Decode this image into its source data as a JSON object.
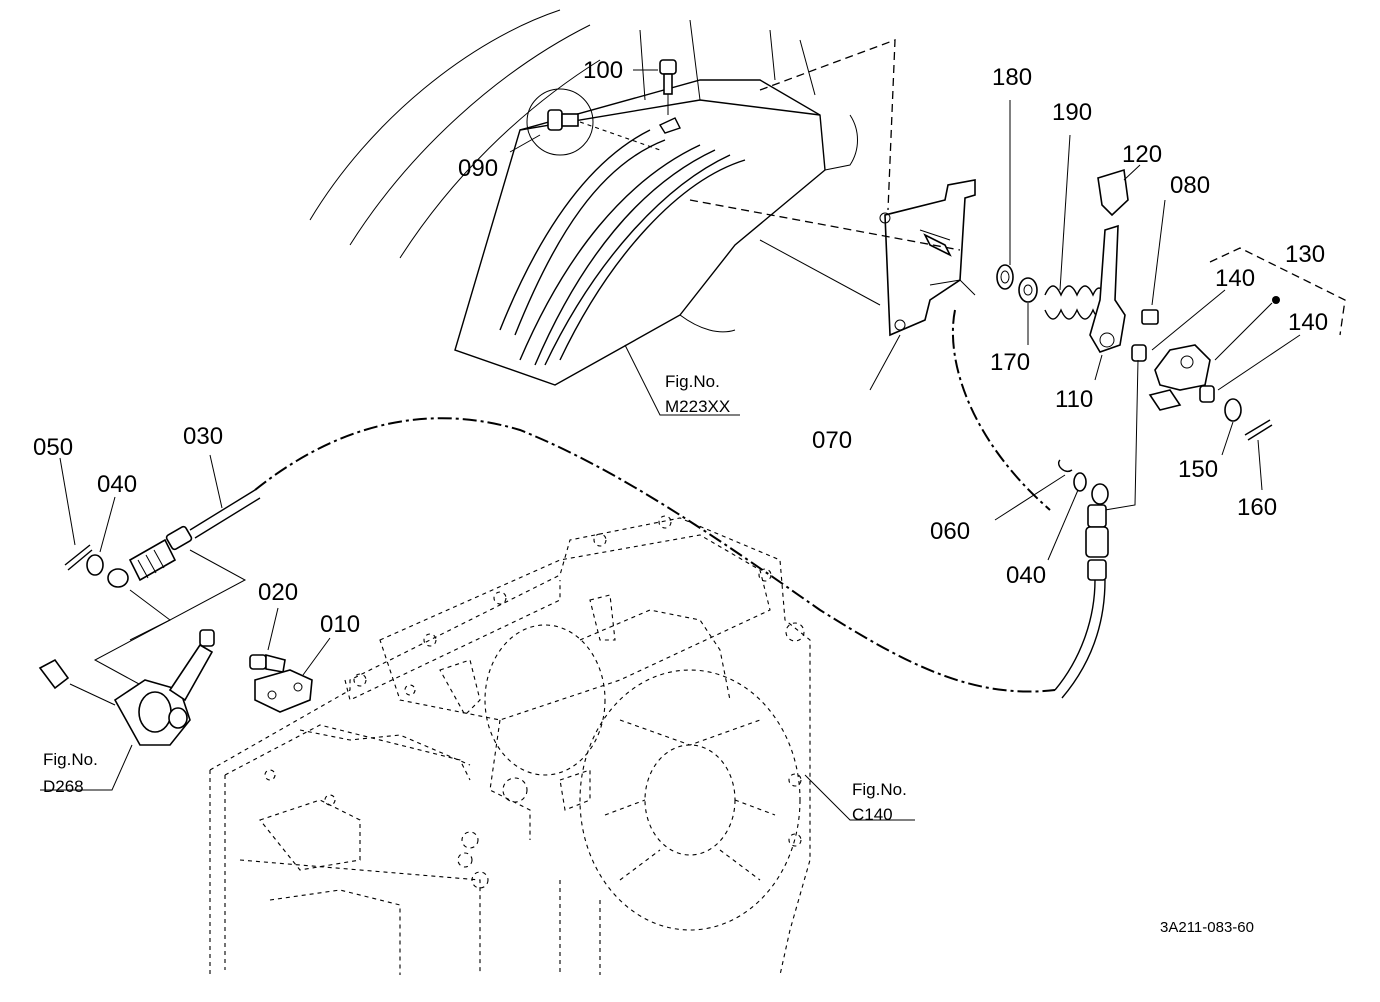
{
  "parts": {
    "p010": "010",
    "p020": "020",
    "p030": "030",
    "p040a": "040",
    "p040b": "040",
    "p050": "050",
    "p060": "060",
    "p070": "070",
    "p080": "080",
    "p090": "090",
    "p100": "100",
    "p110": "110",
    "p120": "120",
    "p130": "130",
    "p140a": "140",
    "p140b": "140",
    "p150": "150",
    "p160": "160",
    "p170": "170",
    "p180": "180",
    "p190": "190"
  },
  "refs": {
    "m223_line1": "Fig.No.",
    "m223_line2": "M223XX",
    "d268_line1": "Fig.No.",
    "d268_line2": "D268",
    "c140_line1": "Fig.No.",
    "c140_line2": "C140"
  },
  "drawing_code": "3A211-083-60"
}
